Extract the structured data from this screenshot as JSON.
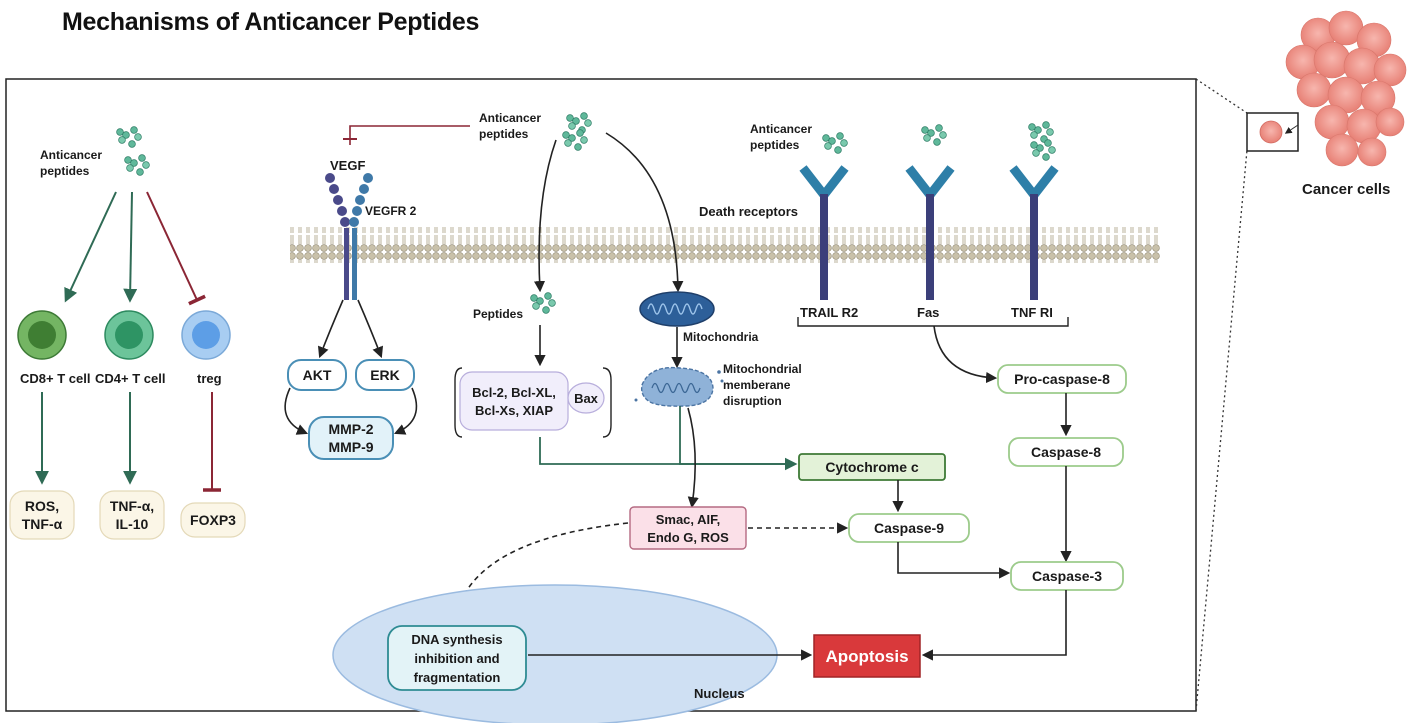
{
  "title": "Mechanisms of Anticancer Peptides",
  "immune": {
    "peptides_label_1": "Anticancer",
    "peptides_label_2": "peptides",
    "cd8": "CD8+ T cell",
    "cd4": "CD4+ T cell",
    "treg": "treg",
    "out_cd8_1": "ROS,",
    "out_cd8_2": "TNF-α",
    "out_cd4_1": "TNF-α,",
    "out_cd4_2": "IL-10",
    "out_treg": "FOXP3"
  },
  "angiogenesis": {
    "vegf": "VEGF",
    "vegfr2": "VEGFR 2",
    "akt": "AKT",
    "erk": "ERK",
    "mmp_1": "MMP-2",
    "mmp_2": "MMP-9"
  },
  "center": {
    "peptides_label_1": "Anticancer",
    "peptides_label_2": "peptides",
    "peptides_small": "Peptides",
    "bcl_1": "Bcl-2, Bcl-XL,",
    "bcl_2": "Bcl-Xs, XIAP",
    "bax": "Bax",
    "mitochondria": "Mitochondria",
    "mito_dis_1": "Mitochondrial",
    "mito_dis_2": "memberane",
    "mito_dis_3": "disruption",
    "cytochrome": "Cytochrome c",
    "smac_1": "Smac, AIF,",
    "smac_2": "Endo G, ROS",
    "dna_1": "DNA synthesis",
    "dna_2": "inhibition and",
    "dna_3": "fragmentation",
    "nucleus": "Nucleus",
    "apoptosis": "Apoptosis"
  },
  "death": {
    "peptides_label_1": "Anticancer",
    "peptides_label_2": "peptides",
    "receptors": "Death receptors",
    "trail": "TRAIL R2",
    "fas": "Fas",
    "tnf": "TNF RI",
    "procasp8": "Pro-caspase-8",
    "casp8": "Caspase-8",
    "casp9": "Caspase-9",
    "casp3": "Caspase-3"
  },
  "inset": {
    "label": "Cancer cells"
  },
  "colors": {
    "green_arrow": "#2f6b55",
    "red_inhibit": "#8b2635",
    "apoptosis_fill": "#d9393b",
    "membrane": "#c9c1aa",
    "nucleus": "#cfe0f3",
    "receptor_blue": "#2e7fa8",
    "vegfr_purple": "#4a4a8a"
  }
}
